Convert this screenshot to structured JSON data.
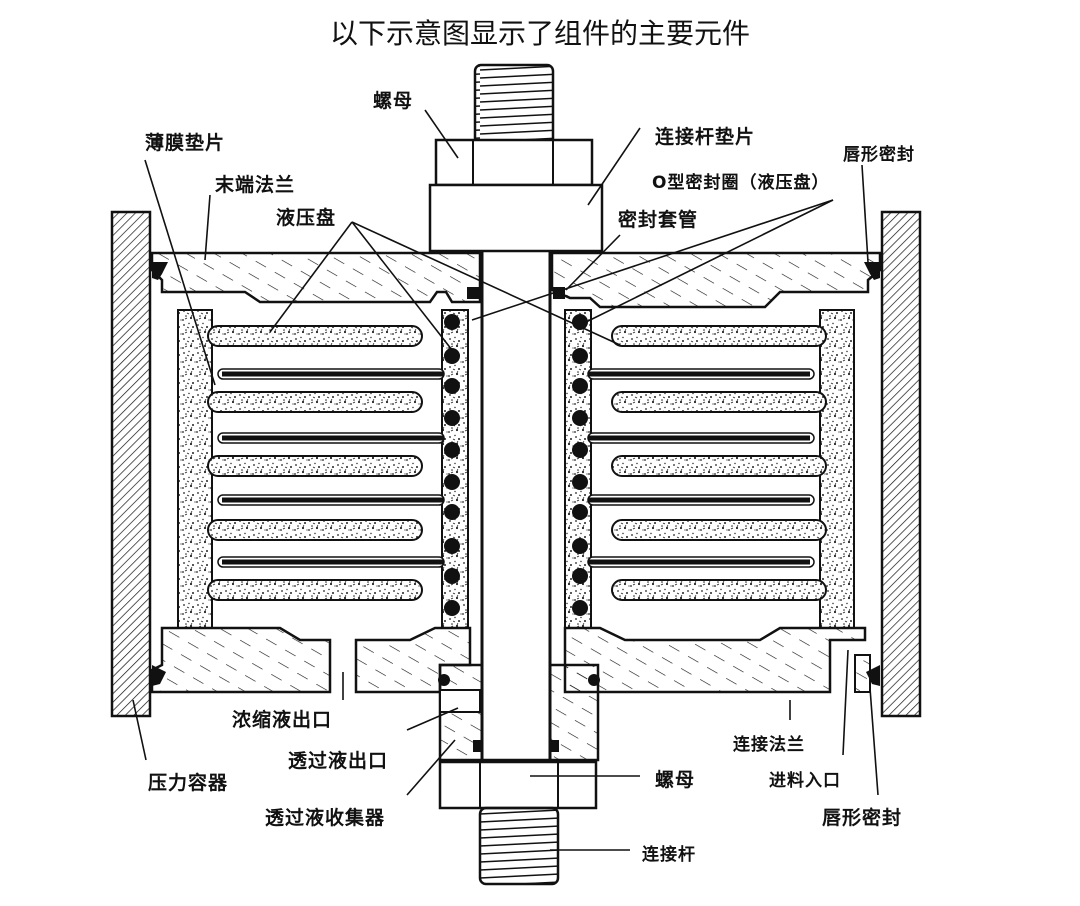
{
  "title": "以下示意图显示了组件的主要元件",
  "labels": {
    "nut_top": "螺母",
    "membrane_gasket": "薄膜垫片",
    "rod_gasket": "连接杆垫片",
    "lip_seal_top": "唇形密封",
    "end_flange": "末端法兰",
    "oring": "O型密封圈（液压盘）",
    "hydraulic_disc": "液压盘",
    "seal_sleeve": "密封套管",
    "concentrate_outlet": "浓缩液出口",
    "permeate_outlet": "透过液出口",
    "pressure_vessel": "压力容器",
    "permeate_collector": "透过液收集器",
    "nut_bottom": "螺母",
    "connect_flange": "连接法兰",
    "feed_inlet": "进料入口",
    "lip_seal_bottom": "唇形密封",
    "tie_rod": "连接杆"
  },
  "colors": {
    "line": "#111111",
    "fill": "#ffffff",
    "speckle": "#222222"
  }
}
